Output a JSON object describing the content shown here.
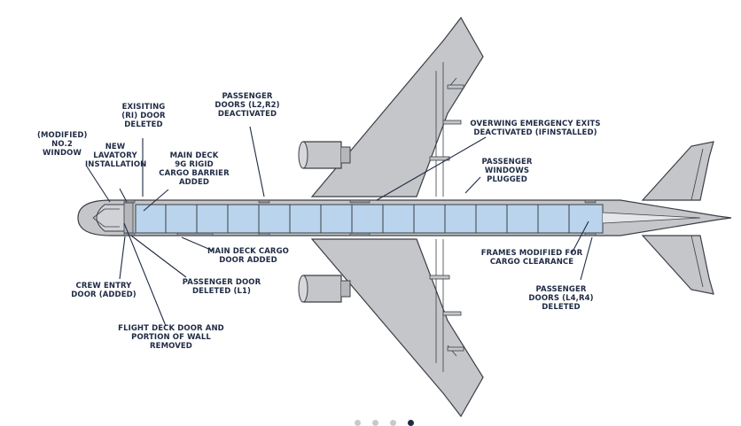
{
  "colors": {
    "airframe_fill": "#c4c6c9",
    "airframe_stroke": "#3b3f45",
    "cargo_fill": "#b9d4ec",
    "label_text": "#1f2a44",
    "dot_inactive": "#c9c9c9",
    "dot_active": "#1f2a44"
  },
  "callouts": {
    "modified_window": "(MODIFIED)\nNO.2\nWINDOW",
    "lavatory": "NEW\nLAVATORY\nINSTALLATION",
    "ri_door": "EXISITING\n(RI) DOOR\nDELETED",
    "cargo_barrier": "MAIN DECK\n9G RIGID\nCARGO BARRIER\nADDED",
    "doors_l2_r2": "PASSENGER\nDOORS (L2,R2)\nDEACTIVATED",
    "overwing_exits": "OVERWING EMERGENCY EXITS\nDEACTIVATED (IFINSTALLED)",
    "windows_plugged": "PASSENGER\nWINDOWS\nPLUGGED",
    "cargo_door": "MAIN DECK CARGO\nDOOR ADDED",
    "door_l1": "PASSENGER DOOR\nDELETED (L1)",
    "crew_entry": "CREW ENTRY\nDOOR (ADDED)",
    "flight_deck": "FLIGHT DECK DOOR AND\nPORTION OF WALL\nREMOVED",
    "frames_modified": "FRAMES MODIFIED FOR\nCARGO CLEARANCE",
    "doors_l4_r4": "PASSENGER\nDOORS (L4,R4)\nDELETED"
  },
  "carousel": {
    "count": 4,
    "active_index": 3
  }
}
